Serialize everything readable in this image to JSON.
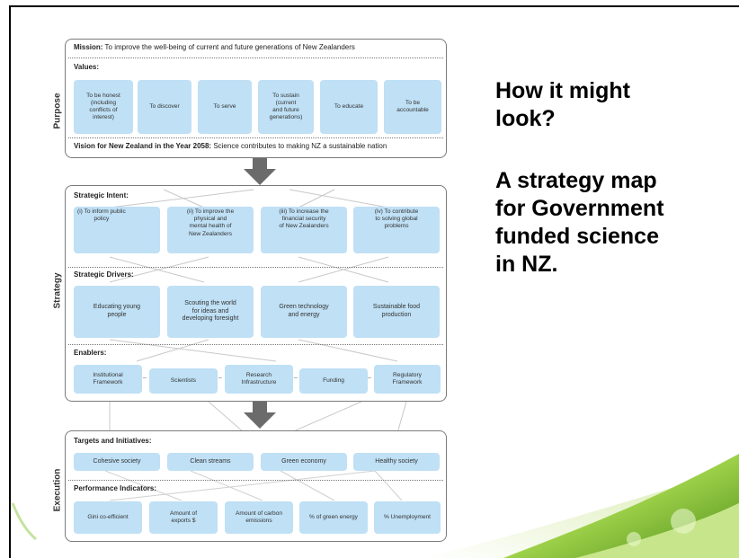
{
  "slide": {
    "heading": "How it might\nlook?",
    "subheading": "A strategy map\nfor Government\nfunded science\nin NZ."
  },
  "purpose": {
    "section_label": "Purpose",
    "mission_label": "Mission:",
    "mission_text": " To improve the well-being of current and future generations of New Zealanders",
    "values_label": "Values:",
    "values": [
      "To be honest\n(including\nconflicts of\ninterest)",
      "To discover",
      "To serve",
      "To sustain\n(current\nand future\ngenerations)",
      "To educate",
      "To be\naccountable"
    ],
    "vision_label": "Vision for New Zealand in the Year 2058:",
    "vision_text": " Science contributes to making NZ a sustainable nation"
  },
  "strategy": {
    "section_label": "Strategy",
    "intent_label": "Strategic Intent:",
    "intents": [
      "(i) To inform public\npolicy",
      "(ii) To improve the\nphysical and\nmental health of\nNew Zealanders",
      "(iii) To increase the\nfinancial security\nof New Zealanders",
      "(iv) To contribute\nto solving global\nproblems"
    ],
    "drivers_label": "Strategic Drivers:",
    "drivers": [
      "Educating young\npeople",
      "Scouting the world\nfor ideas and\ndeveloping foresight",
      "Green technology\nand energy",
      "Sustainable food\nproduction"
    ],
    "enablers_label": "Enablers:",
    "enablers": [
      "Institutional\nFramework",
      "Scientists",
      "Research\nInfrastructure",
      "Funding",
      "Regulatory\nFramework"
    ]
  },
  "execution": {
    "section_label": "Execution",
    "targets_label": "Targets and Initiatives:",
    "targets": [
      "Cohesive society",
      "Clean streams",
      "Green economy",
      "Healthy society"
    ],
    "indicators_label": "Performance Indicators:",
    "indicators": [
      "Gini co-efficient",
      "Amount of\nexports $",
      "Amount of carbon\nemissions",
      "% of green energy",
      "% Unemployment"
    ]
  },
  "colors": {
    "box_fill": "#bfe0f5",
    "arrow": "#6b6b6b",
    "swoosh": "#8cc63f"
  }
}
